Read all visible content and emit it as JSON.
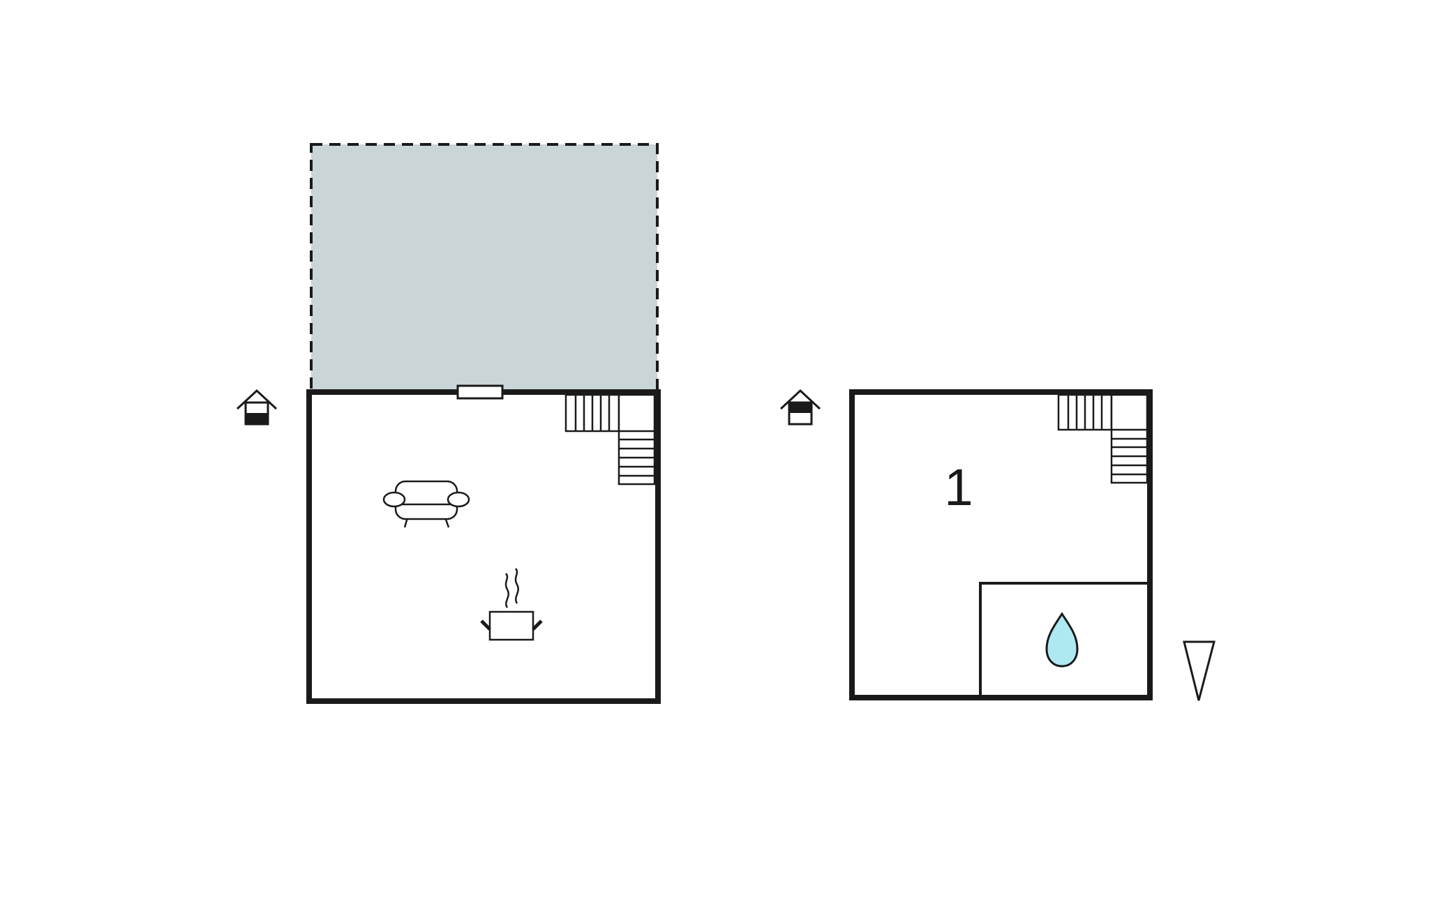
{
  "floors": [
    {
      "name": "ground-floor",
      "icons": [
        "house-ground-floor-icon",
        "sofa-icon",
        "cooking-pot-icon",
        "staircase-icon"
      ],
      "has_terrace": true
    },
    {
      "name": "upper-floor",
      "icons": [
        "house-upper-floor-icon",
        "staircase-icon",
        "water-drop-icon"
      ],
      "rooms": [
        {
          "label": "1"
        }
      ]
    }
  ],
  "compass": {
    "icon": "north-arrow-icon"
  },
  "colors": {
    "wall": "#1a1a1a",
    "terrace_fill": "#c9d5d6",
    "water_drop": "#aee9f2",
    "background": "#ffffff"
  }
}
